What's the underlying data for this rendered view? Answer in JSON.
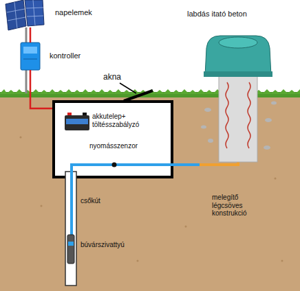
{
  "diagram": {
    "labels": [
      "napelemek",
      "kontroller",
      "akna",
      "akkutelep+ töltésszabályzó",
      "nyomásszenzor",
      "csőkút",
      "búvárszivattyú",
      "labdás itató beton",
      "melegítő légcsöves konstrukció"
    ]
  }
}
